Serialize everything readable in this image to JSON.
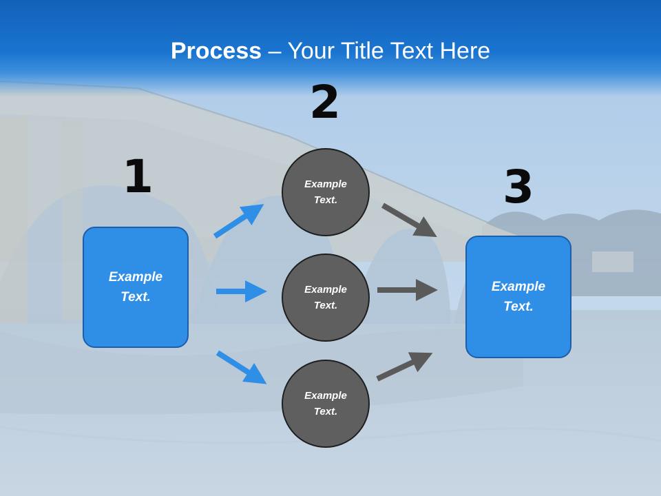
{
  "slide": {
    "title_bold": "Process",
    "title_rest": " – Your Title Text Here"
  },
  "steps": {
    "step1": {
      "number": "1",
      "text": "Example\nText."
    },
    "step2": {
      "number": "2",
      "circles": [
        {
          "text": "Example\nText."
        },
        {
          "text": "Example\nText."
        },
        {
          "text": "Example\nText."
        }
      ]
    },
    "step3": {
      "number": "3",
      "text": "Example\nText."
    }
  },
  "colors": {
    "title_band": "#1a75d0",
    "box_fill": "#2f8ee6",
    "circle_fill": "#5f5f5f",
    "blue_arrow": "#2f8ee6",
    "gray_arrow": "#5a5a5a"
  }
}
